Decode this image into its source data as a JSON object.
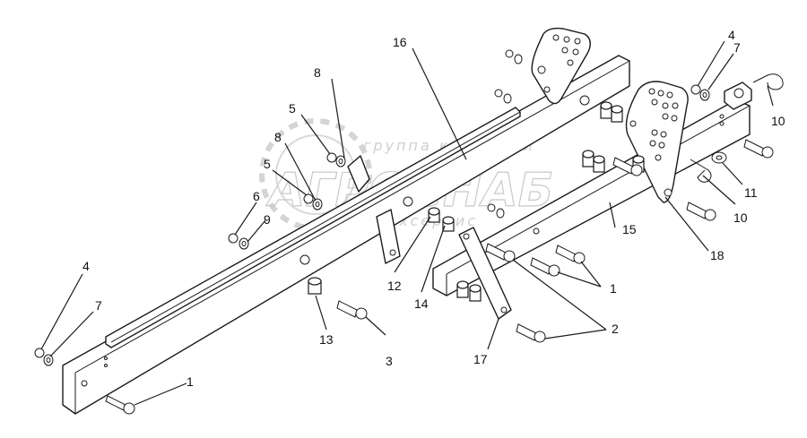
{
  "watermark": {
    "line1": "группа компаний",
    "line2": "АГРОСНАБ",
    "line3": "техсервис"
  },
  "callouts": {
    "c1a": "1",
    "c1b": "1",
    "c2": "2",
    "c3": "3",
    "c4a": "4",
    "c4b": "4",
    "c5a": "5",
    "c5b": "5",
    "c6": "6",
    "c7a": "7",
    "c7b": "7",
    "c8a": "8",
    "c8b": "8",
    "c9": "9",
    "c10a": "10",
    "c10b": "10",
    "c11": "11",
    "c12": "12",
    "c13": "13",
    "c14": "14",
    "c15": "15",
    "c16": "16",
    "c17": "17",
    "c18": "18"
  }
}
